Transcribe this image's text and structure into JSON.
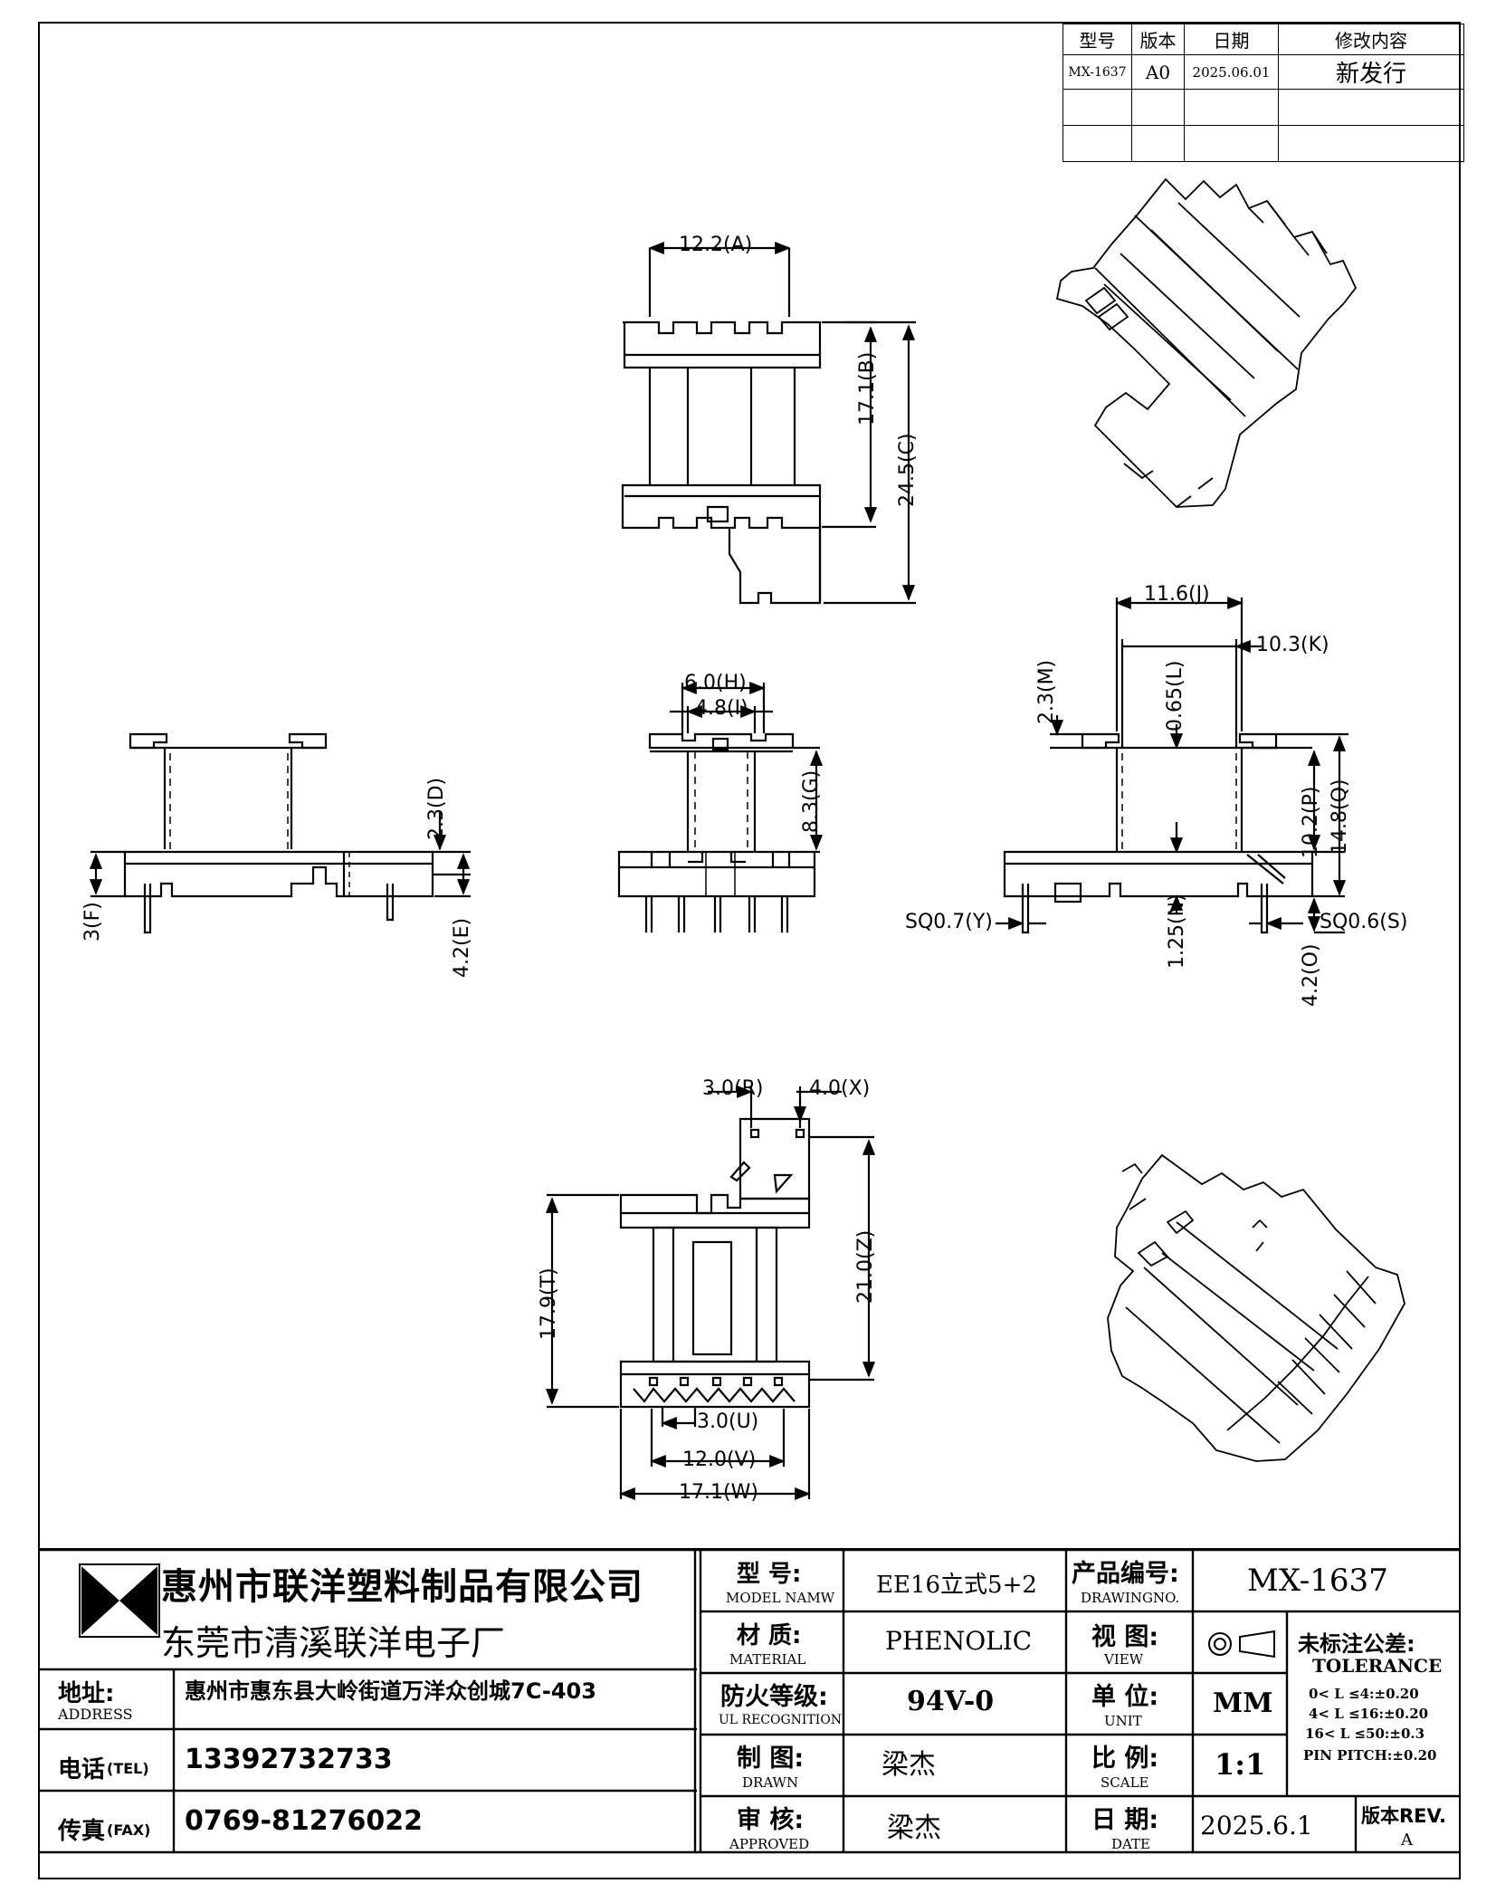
{
  "revision_table": {
    "headers": [
      "型号",
      "版本",
      "日期",
      "修改内容"
    ],
    "rows": [
      [
        "MX-1637",
        "A0",
        "2025.06.01",
        "新发行"
      ],
      [
        "",
        "",
        "",
        ""
      ],
      [
        "",
        "",
        "",
        ""
      ]
    ]
  },
  "dimensions": {
    "A": "12.2(A)",
    "B": "17.1(B)",
    "C": "24.5(C)",
    "D": "2.3(D)",
    "E": "4.2(E)",
    "F": "3(F)",
    "G": "8.3(G)",
    "H": "6.0(H)",
    "I": "4.8(I)",
    "J": "11.6(J)",
    "K": "10.3(K)",
    "L": "0.65(L)",
    "M": "2.3(M)",
    "N": "1.25(N)",
    "O": "4.2(O)",
    "P": "10.2(P)",
    "Q": "14.8(Q)",
    "S": "SQ0.6(S)",
    "Y": "SQ0.7(Y)",
    "R": "3.0(R)",
    "X": "4.0(X)",
    "T": "17.9(T)",
    "Z": "21.0(Z)",
    "U": "3.0(U)",
    "V": "12.0(V)",
    "W": "17.1(W)"
  },
  "company": {
    "name_1": "惠州市联洋塑料制品有限公司",
    "name_2": "东莞市清溪联洋电子厂",
    "address_label": "地址:",
    "address_label_en": "ADDRESS",
    "address": "惠州市惠东县大岭街道万洋众创城7C-403",
    "tel_label": "电话",
    "tel_label_en": "(TEL)",
    "tel": "13392732733",
    "fax_label": "传真",
    "fax_label_en": "(FAX)",
    "fax": "0769-81276022"
  },
  "info": {
    "model_label": "型 号:",
    "model_label_en": "MODEL NAMW",
    "model": "EE16立式5+2",
    "product_no_label": "产品编号:",
    "product_no_label_en": "DRAWINGNO.",
    "product_no": "MX-1637",
    "material_label": "材 质:",
    "material_label_en": "MATERIAL",
    "material": "PHENOLIC",
    "view_label": "视 图:",
    "view_label_en": "VIEW",
    "fire_label": "防火等级:",
    "fire_label_en": "UL RECOGNITION",
    "fire": "94V-0",
    "unit_label": "单 位:",
    "unit_label_en": "UNIT",
    "unit": "MM",
    "drawn_label": "制 图:",
    "drawn_label_en": "DRAWN",
    "drawn": "梁杰",
    "scale_label": "比 例:",
    "scale_label_en": "SCALE",
    "scale": "1:1",
    "approved_label": "审 核:",
    "approved_label_en": "APPROVED",
    "approved": "梁杰",
    "date_label": "日 期:",
    "date_label_en": "DATE",
    "date": "2025.6.1",
    "rev_label": "版本REV.",
    "rev": "A",
    "tolerance_label": "未标注公差:",
    "tolerance_label_en": "TOLERANCE",
    "tolerances": [
      "0< L ≤4:±0.20",
      "4< L ≤16:±0.20",
      "16< L ≤50:±0.3",
      "PIN PITCH:±0.20"
    ]
  }
}
